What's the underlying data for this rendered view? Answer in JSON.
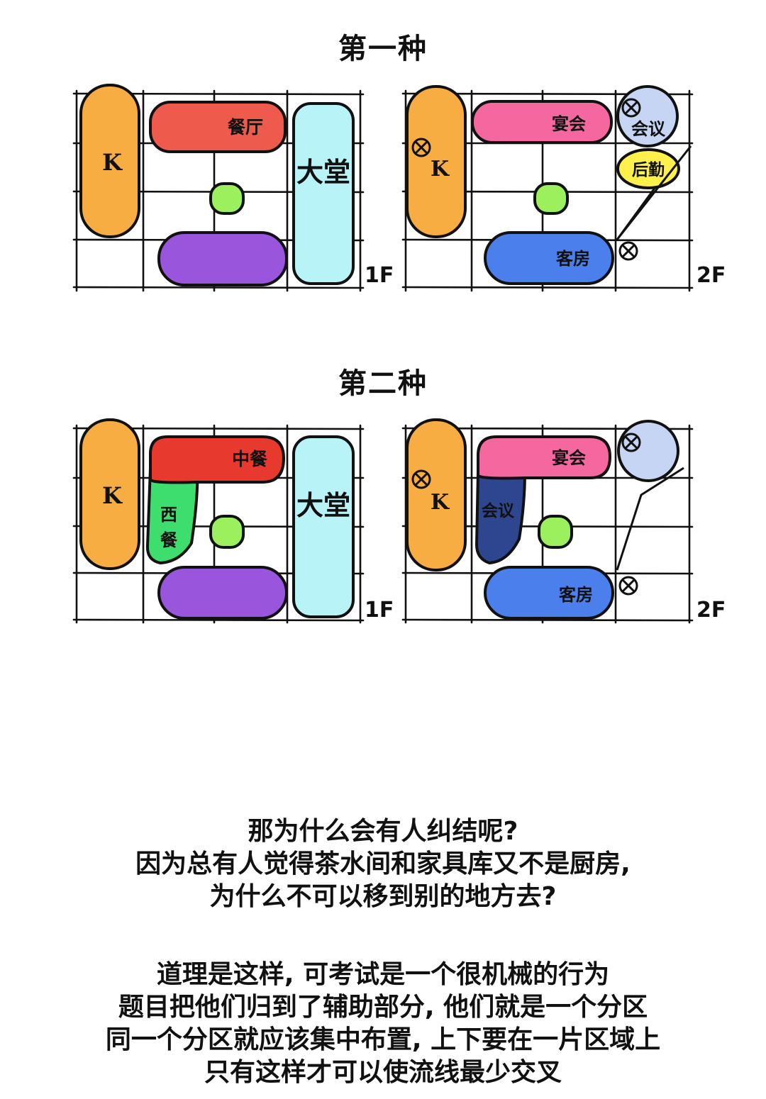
{
  "scheme1": {
    "title": "第一种"
  },
  "scheme2": {
    "title": "第二种"
  },
  "labels": {
    "kitchen": "K",
    "restaurant": "餐厅",
    "lobby": "大堂",
    "banquet": "宴会",
    "meeting": "会议",
    "logistics": "后勤",
    "guest_rooms": "客房",
    "chinese_restaurant": "中餐",
    "western_restaurant_top": "西",
    "western_restaurant_bottom": "餐",
    "floor_1": "1F",
    "floor_2": "2F"
  },
  "colors": {
    "kitchen": "#f7ad42",
    "restaurant": "#ee5a4c",
    "chinese_restaurant": "#e8392f",
    "western_restaurant": "#3ddd6e",
    "lobby": "#b8f3f7",
    "guest_room_1f": "#9955dc",
    "green_core": "#9df05d",
    "banquet": "#f5689f",
    "meeting": "#c7d5f4",
    "meeting_dark": "#2e4590",
    "logistics": "#fff04c",
    "guest_room_2f": "#4a7fec"
  },
  "text": {
    "lines_1": [
      "那为什么会有人纠结呢?",
      "因为总有人觉得茶水间和家具库又不是厨房,",
      "为什么不可以移到别的地方去?"
    ],
    "lines_2": [
      "道理是这样, 可考试是一个很机械的行为",
      "题目把他们归到了辅助部分, 他们就是一个分区",
      "同一个分区就应该集中布置, 上下要在一片区域上",
      "只有这样才可以使流线最少交叉"
    ]
  }
}
